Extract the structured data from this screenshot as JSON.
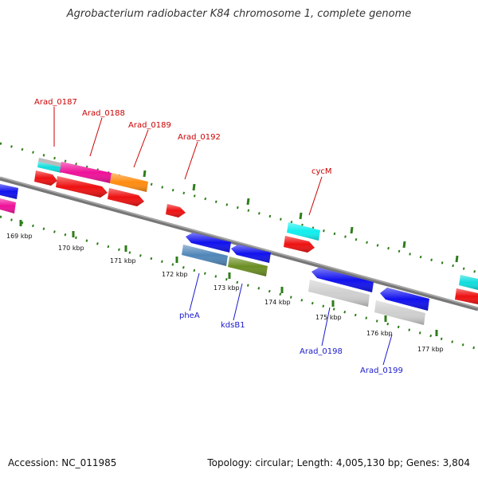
{
  "title": "Agrobacterium radiobacter K84 chromosome 1, complete genome",
  "accession": "Accession: NC_011985",
  "summary": "Topology: circular; Length: 4,005,130 bp; Genes: 3,804",
  "scale_labels": [
    "169 kbp",
    "170 kbp",
    "171 kbp",
    "172 kbp",
    "173 kbp",
    "174 kbp",
    "175 kbp",
    "176 kbp",
    "177 kbp"
  ],
  "gene_labels_top": [
    "Arad_0187",
    "Arad_0188",
    "Arad_0189",
    "Arad_0192",
    "cycM"
  ],
  "gene_labels_bottom": [
    "pheA",
    "kdsB1",
    "Arad_0198",
    "Arad_0199"
  ],
  "colors": {
    "backbone": "#777777",
    "dots": "#2e7d1a",
    "label_top": "#cc0000",
    "label_bottom": "#1a1acc",
    "red": "#ee1111",
    "blue": "#1111ee",
    "magenta": "#ee1199",
    "orange": "#ff8c11",
    "cyan": "#11eeee",
    "grey": "#cfcfcf",
    "steel": "#4f86b8",
    "olive": "#6b8e23"
  }
}
